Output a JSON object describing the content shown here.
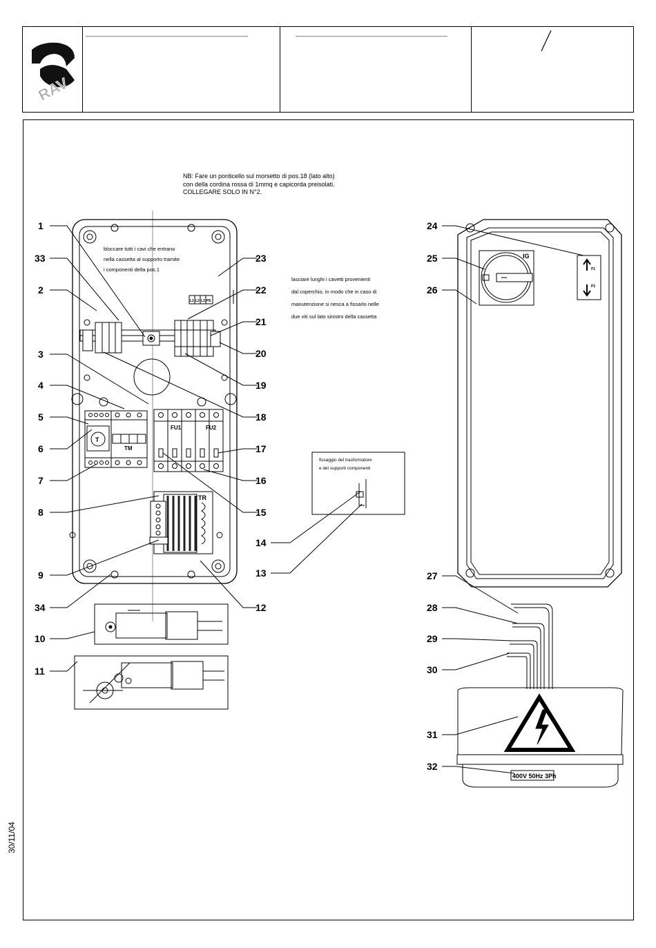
{
  "title_block": {
    "logo_text": "RAV",
    "revision_mark": "/"
  },
  "notes": {
    "nb_line1": "NB: Fare un ponticello sul morsetto di pos.18 (lato alto)",
    "nb_line2": "con della cordina rossa di 1mmq e capicorda preisolati.",
    "nb_line3": "COLLEGARE SOLO IN N°2.",
    "block_line1": "bloccare tutti i cavi che entrano",
    "block_line2": "nella cassetta al supporto tramite",
    "block_line3": "i componenti della pos.1",
    "leave_line1": "lasciare lunghi i cavetti provenienti",
    "leave_line2": "dal coperchio, in modo che in caso di",
    "leave_line3": "manutenzione si riesca a fissarlo nelle",
    "leave_line4": "due viti sul lato sinistro della cassetta",
    "fix_line1": "fissaggio del trasformatore",
    "fix_line2": "e dei supporti componenti"
  },
  "component_labels": {
    "tm": "TM",
    "fu1": "FU1",
    "fu2": "FU2",
    "tr": "TR",
    "ig": "IG",
    "t": "T",
    "p1": "P1",
    "p2": "P2",
    "terminal_l1": "L1",
    "terminal_l2": "L2",
    "terminal_l3": "L3",
    "terminal_pe": "PE",
    "voltage_plate": "400V 50Hz 3Ph"
  },
  "callouts": [
    "1",
    "2",
    "3",
    "4",
    "5",
    "6",
    "7",
    "8",
    "9",
    "10",
    "11",
    "12",
    "13",
    "14",
    "15",
    "16",
    "17",
    "18",
    "19",
    "20",
    "21",
    "22",
    "23",
    "24",
    "25",
    "26",
    "27",
    "28",
    "29",
    "30",
    "31",
    "32",
    "33",
    "34"
  ],
  "date": "30/11/04"
}
